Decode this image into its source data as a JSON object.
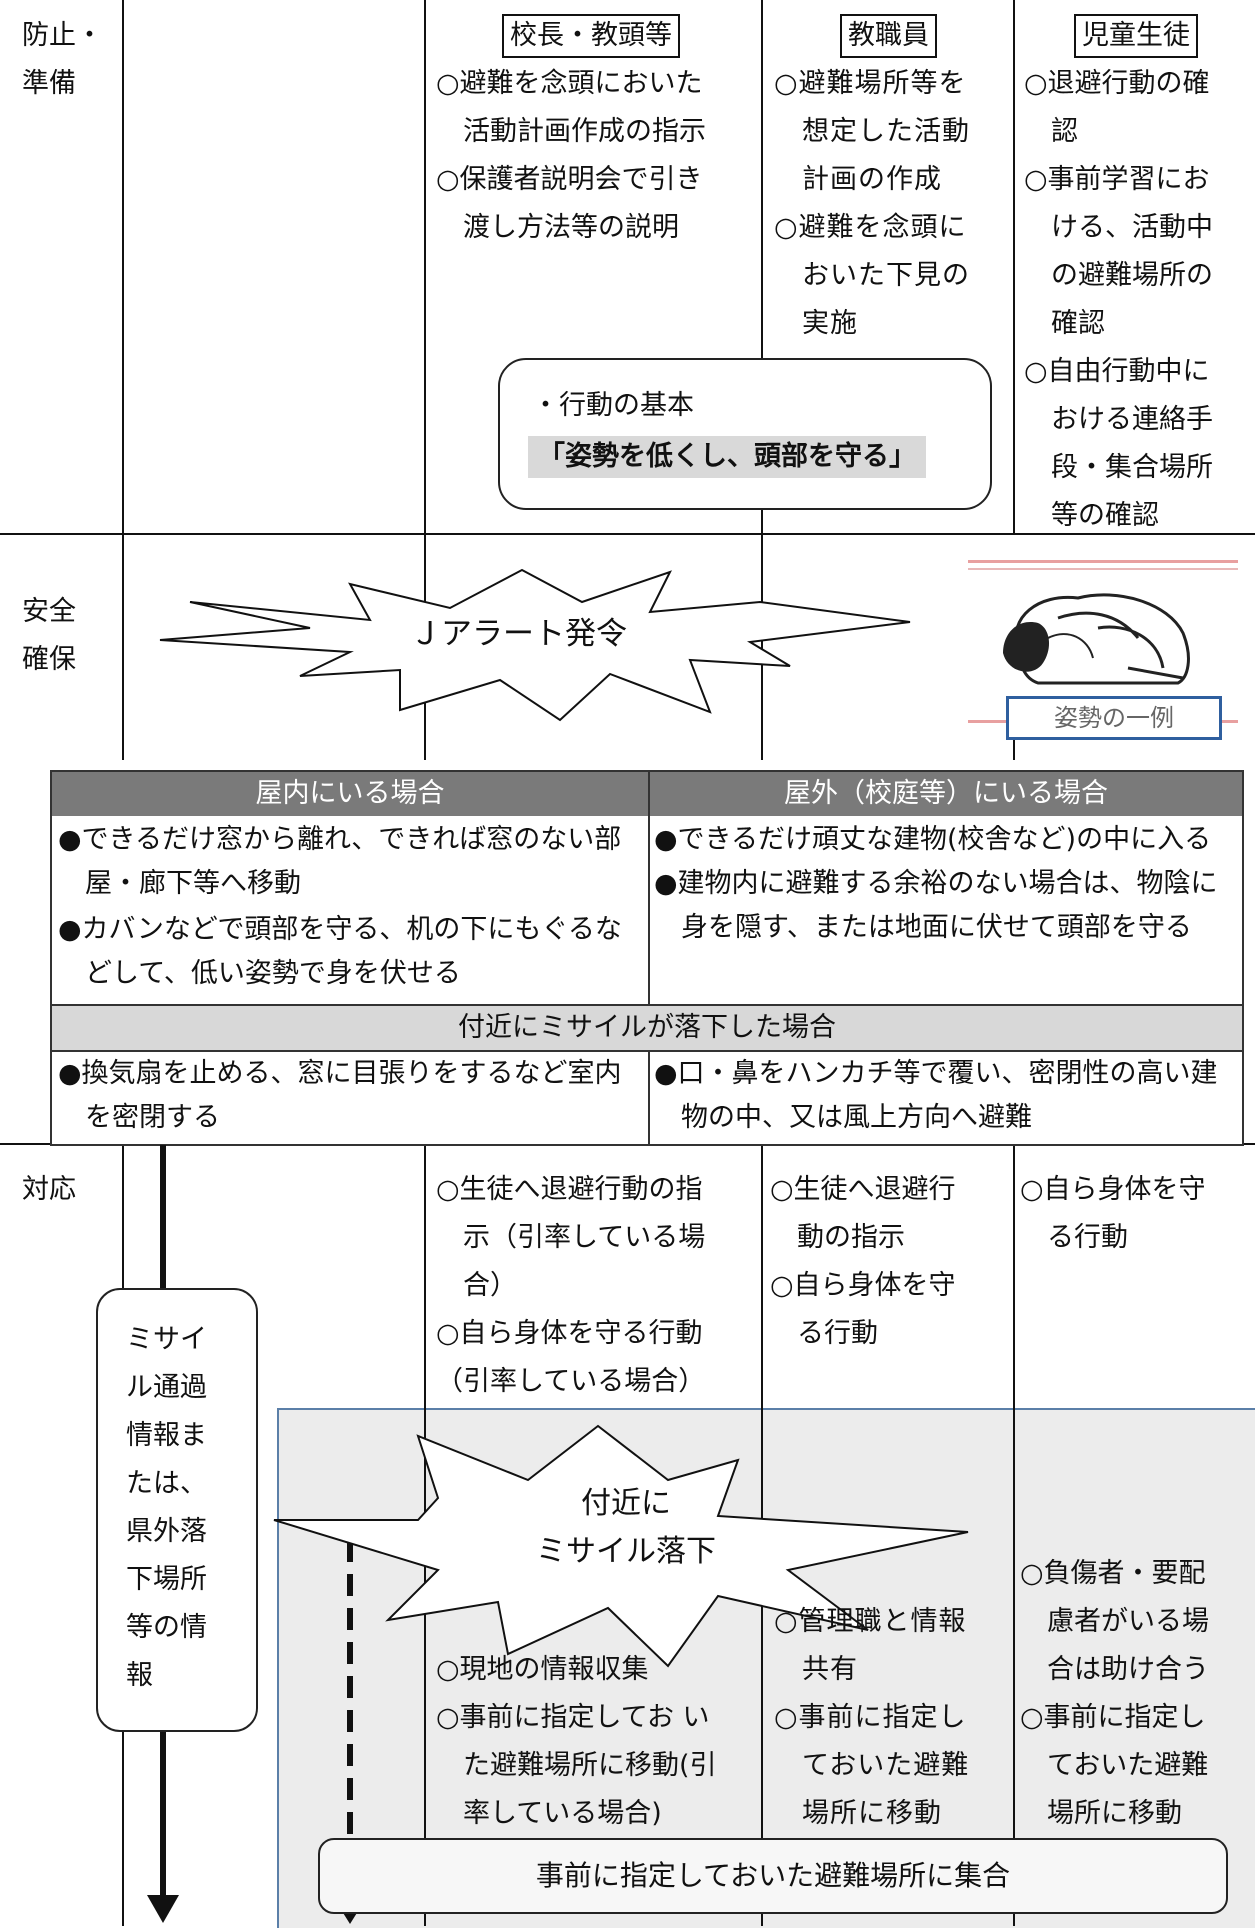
{
  "rows": {
    "prevention": "防止・\n準備",
    "safety": "安全\n確保",
    "response": "対応"
  },
  "columns": {
    "principal": "校長・教頭等",
    "staff": "教職員",
    "students": "児童生徒"
  },
  "prevention": {
    "principal": [
      "○避難を念頭においた\n　活動計画作成の指示",
      "○保護者説明会で引き\n　渡し方法等の説明"
    ],
    "staff": [
      "○避難場所等を\n　想定した活動\n　計画の作成",
      "○避難を念頭に\n　おいた下見の\n　実施"
    ],
    "students": [
      "○退避行動の確\n　認",
      "○事前学習にお\n　ける、活動中\n　の避難場所の\n　確認",
      "○自由行動中に\n　おける連絡手\n　段・集合場所\n　等の確認"
    ],
    "basic_label": "・行動の基本",
    "basic_text": "「姿勢を低くし、頭部を守る」"
  },
  "safety": {
    "alert": "Ｊアラート発令",
    "posture_caption": "姿勢の一例",
    "indoor_title": "屋内にいる場合",
    "outdoor_title": "屋外（校庭等）にいる場合",
    "indoor_items": [
      "●できるだけ窓から離れ、できれば窓のない部\n　屋・廊下等へ移動",
      "●カバンなどで頭部を守る、机の下にもぐるな\n　どして、低い姿勢で身を伏せる"
    ],
    "outdoor_items": [
      "●できるだけ頑丈な建物(校舎など)の中に入る",
      "●建物内に避難する余裕のない場合は、物陰に\n　身を隠す、または地面に伏せて頭部を守る"
    ],
    "nearby_title": "付近にミサイルが落下した場合",
    "nearby_left": "●換気扇を止める、窓に目張りをするなど室内\n　を密閉する",
    "nearby_right": "●口・鼻をハンカチ等で覆い、密閉性の高い建\n　物の中、又は風上方向へ避難"
  },
  "response": {
    "principal": [
      "○生徒へ退避行動の指\n　示（引率している場\n　合）",
      "○自ら身体を守る行動\n（引率している場合）"
    ],
    "staff": [
      "○生徒へ退避行\n　動の指示",
      "○自ら身体を守\n　る行動"
    ],
    "students": [
      "○自ら身体を守\n　る行動"
    ],
    "missile_pass_box": "ミサイ\nル通過\n情報ま\nたは、\n県外落\n下場所\n等の情\n報",
    "missile_fall": "付近に\nミサイル落下",
    "fall_principal": [
      "○現地の情報収集",
      "○事前に指定してお い\n　た避難場所に移動(引\n　率している場合)"
    ],
    "fall_staff": [
      "○管理職と情報\n　共有",
      "○事前に指定し\n　ておいた避難\n　場所に移動"
    ],
    "fall_students": [
      "○負傷者・要配\n　慮者がいる場\n　合は助け合う",
      "○事前に指定し\n　ておいた避難\n　場所に移動"
    ],
    "gather": "事前に指定しておいた避難場所に集合"
  }
}
